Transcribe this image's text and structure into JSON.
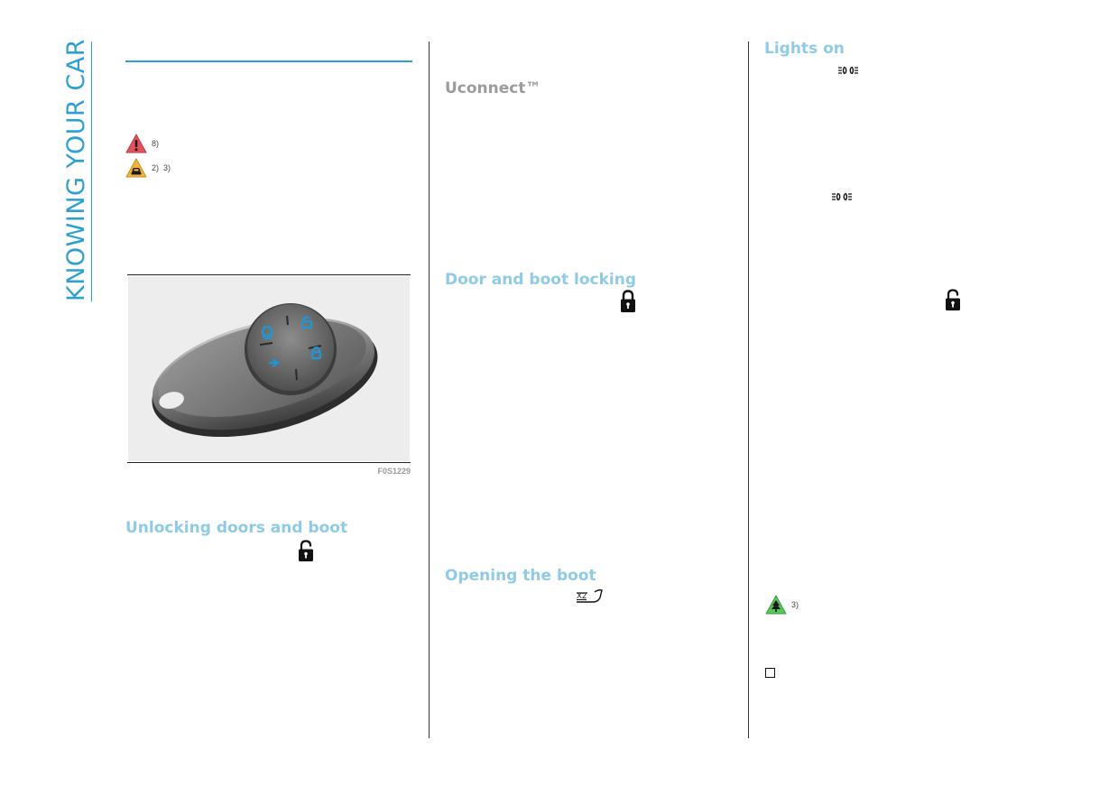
{
  "section_title": "KNOWING YOUR CAR",
  "left_column": {
    "warning_note": "8)",
    "caution_note_a": "2)",
    "caution_note_b": "3)",
    "figure_label": "F0S1229",
    "heading_unlocking": "Unlocking doors and boot"
  },
  "middle_column": {
    "heading_uconnect": "Uconnect™",
    "heading_locking": "Door and boot locking",
    "heading_boot": "Opening the boot",
    "boot_icon_text": "X2"
  },
  "right_column": {
    "heading_lights": "Lights on",
    "environment_note": "3)"
  },
  "colors": {
    "accent_blue": "#2d9fd0",
    "heading_blue": "#8fcbe6",
    "heading_grey": "#9c9c9c",
    "warning_red": "#e0525c",
    "caution_yellow": "#f0b43c",
    "environment_green": "#5cc45c",
    "key_button_blue": "#1f97d6"
  },
  "icons": {
    "warning": "warning-triangle-icon",
    "caution": "car-caution-icon",
    "environment": "tree-environment-icon",
    "unlock": "padlock-open-icon",
    "lock": "padlock-closed-icon",
    "lights": "side-lights-icon",
    "boot": "boot-open-icon"
  }
}
